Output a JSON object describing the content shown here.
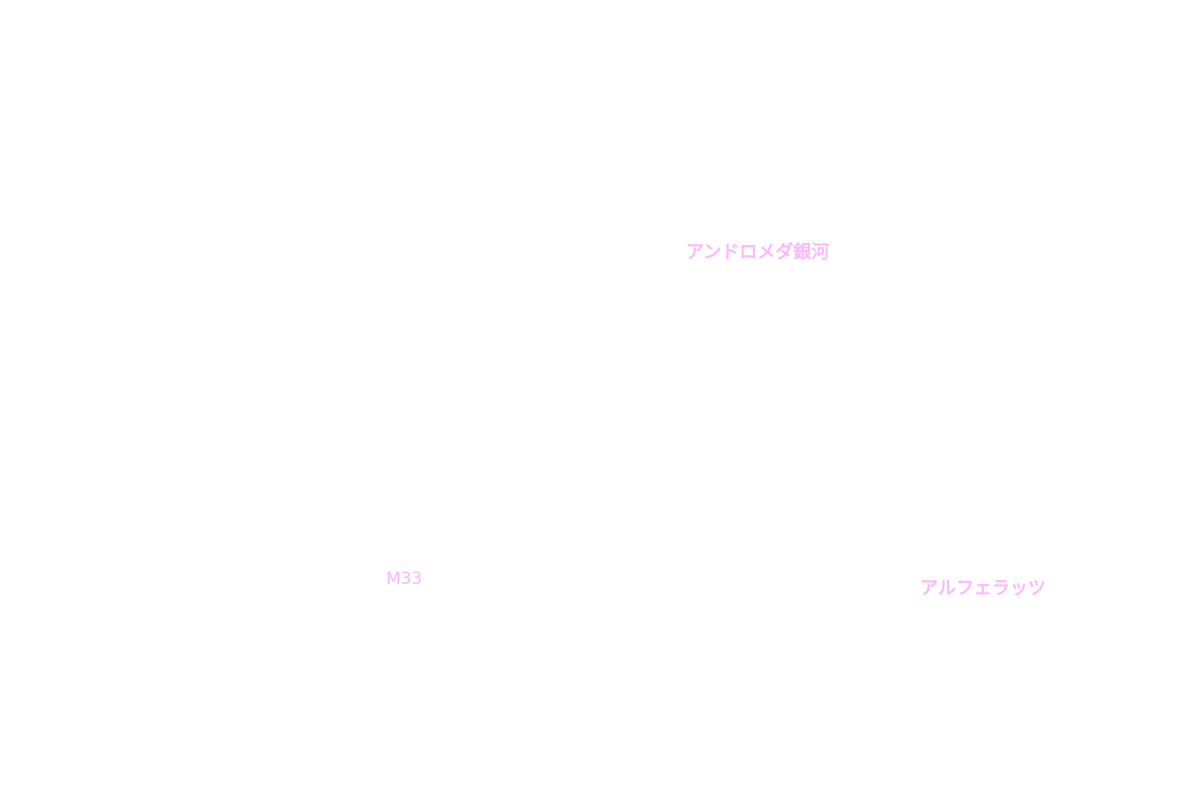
{
  "colors": {
    "background": "#ffffff",
    "label": "#ffb7ff"
  },
  "labels": {
    "andromeda": "アンドロメダ銀河",
    "m33": "M33",
    "alpheratz": "アルフェラッツ"
  }
}
